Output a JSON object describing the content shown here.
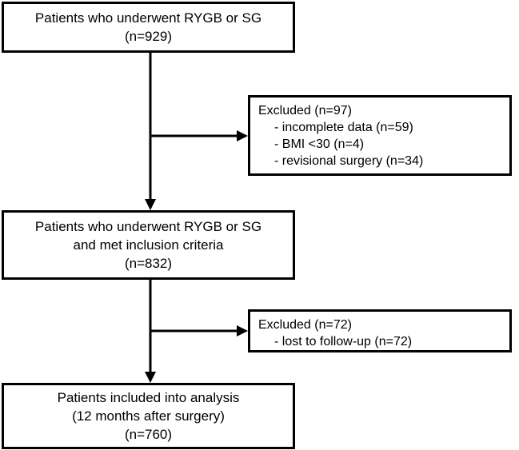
{
  "boxes": {
    "screened": {
      "line1": "Patients who underwent RYGB or SG",
      "line2": "(n=929)"
    },
    "eligible": {
      "line1": "Patients who underwent RYGB or SG",
      "line2": "and met inclusion criteria",
      "line3": "(n=832)"
    },
    "analyzed": {
      "line1": "Patients included into analysis",
      "line2": "(12 months after surgery)",
      "line3": "(n=760)"
    }
  },
  "exclusions": {
    "first": {
      "heading": "Excluded (n=97)",
      "reasons": [
        "- incomplete data (n=59)",
        "- BMI <30 (n=4)",
        "- revisional surgery (n=34)"
      ]
    },
    "second": {
      "heading": "Excluded (n=72)",
      "reasons": [
        "- lost to follow-up (n=72)"
      ]
    }
  }
}
